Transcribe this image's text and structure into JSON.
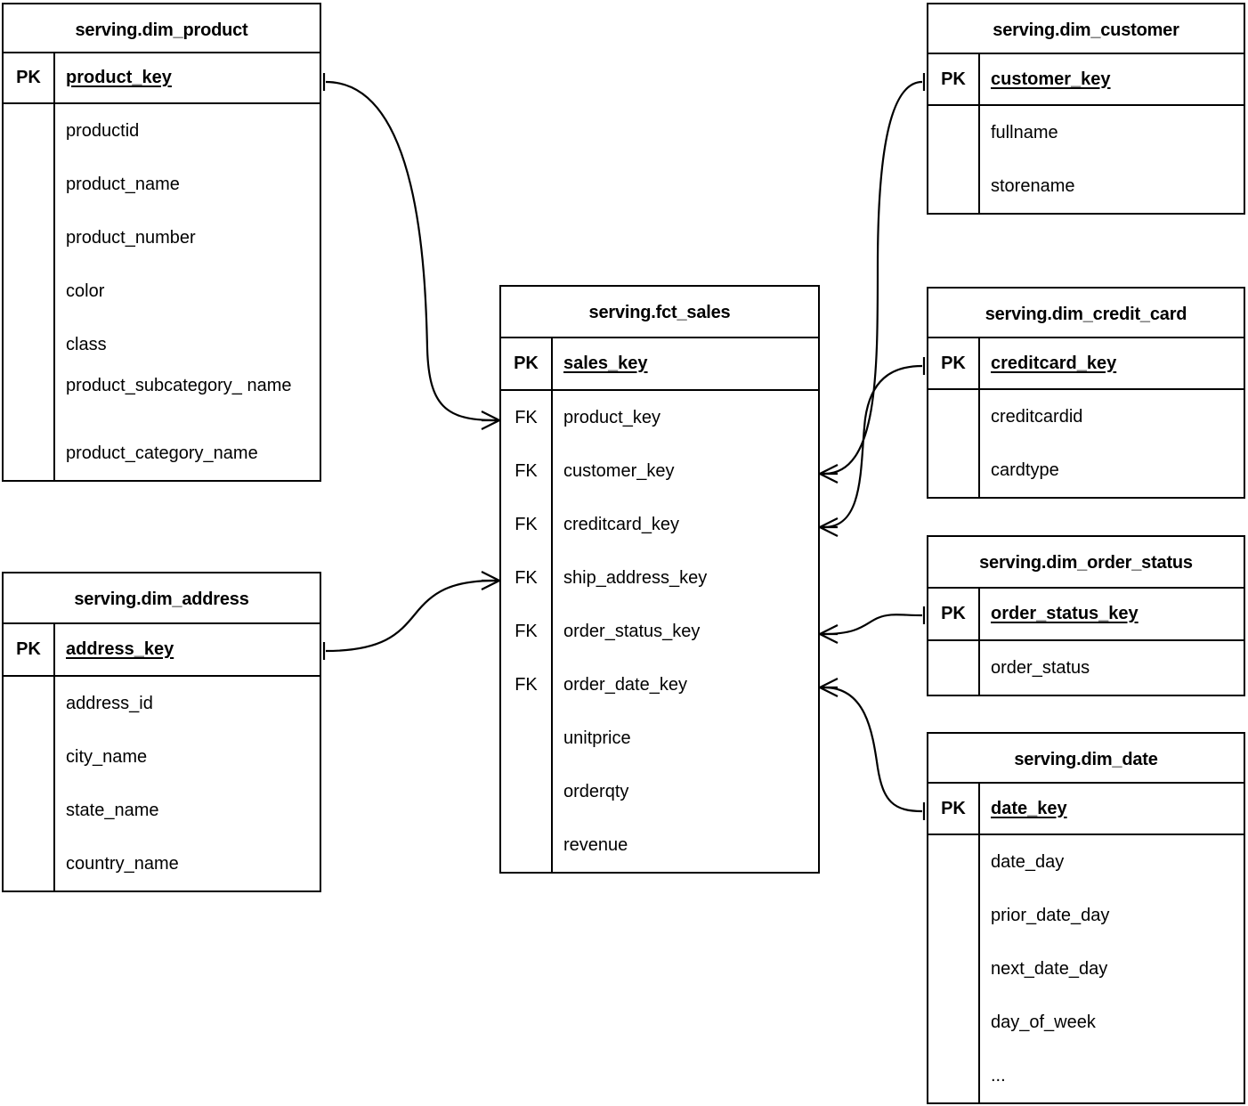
{
  "diagram": {
    "title": "Star schema ER diagram",
    "notation": "crow-foot",
    "background_color": "#ffffff",
    "line_color": "#000000"
  },
  "entities": {
    "dim_product": {
      "name": "serving.dim_product",
      "pk_tag": "PK",
      "pk_field": "product_key",
      "fields": [
        "productid",
        "product_name",
        "product_number",
        "color",
        "class",
        "product_subcategory_\nname",
        "product_category_name"
      ]
    },
    "dim_address": {
      "name": "serving.dim_address",
      "pk_tag": "PK",
      "pk_field": "address_key",
      "fields": [
        "address_id",
        "city_name",
        "state_name",
        "country_name"
      ]
    },
    "fct_sales": {
      "name": "serving.fct_sales",
      "pk_tag": "PK",
      "pk_field": "sales_key",
      "fk_tag": "FK",
      "fk_fields": [
        "product_key",
        "customer_key",
        "creditcard_key",
        "ship_address_key",
        "order_status_key",
        "order_date_key"
      ],
      "measure_fields": [
        "unitprice",
        "orderqty",
        "revenue"
      ]
    },
    "dim_customer": {
      "name": "serving.dim_customer",
      "pk_tag": "PK",
      "pk_field": "customer_key",
      "fields": [
        "fullname",
        "storename"
      ]
    },
    "dim_credit_card": {
      "name": "serving.dim_credit_card",
      "pk_tag": "PK",
      "pk_field": "creditcard_key",
      "fields": [
        "creditcardid",
        "cardtype"
      ]
    },
    "dim_order_status": {
      "name": "serving.dim_order_status",
      "pk_tag": "PK",
      "pk_field": "order_status_key",
      "fields": [
        "order_status"
      ]
    },
    "dim_date": {
      "name": "serving.dim_date",
      "pk_tag": "PK",
      "pk_field": "date_key",
      "fields": [
        "date_day",
        "prior_date_day",
        "next_date_day",
        "day_of_week",
        "..."
      ]
    }
  },
  "relationships": [
    {
      "id": "rel-product",
      "from": "dim_product.product_key",
      "to": "fct_sales.product_key",
      "from_cardinality": "one",
      "to_cardinality": "many"
    },
    {
      "id": "rel-customer",
      "from": "dim_customer.customer_key",
      "to": "fct_sales.customer_key",
      "from_cardinality": "one",
      "to_cardinality": "many"
    },
    {
      "id": "rel-credit-card",
      "from": "dim_credit_card.creditcard_key",
      "to": "fct_sales.creditcard_key",
      "from_cardinality": "one",
      "to_cardinality": "many"
    },
    {
      "id": "rel-address",
      "from": "dim_address.address_key",
      "to": "fct_sales.ship_address_key",
      "from_cardinality": "one",
      "to_cardinality": "many"
    },
    {
      "id": "rel-order-status",
      "from": "dim_order_status.order_status_key",
      "to": "fct_sales.order_status_key",
      "from_cardinality": "one",
      "to_cardinality": "many"
    },
    {
      "id": "rel-date",
      "from": "dim_date.date_key",
      "to": "fct_sales.order_date_key",
      "from_cardinality": "one",
      "to_cardinality": "many"
    }
  ]
}
